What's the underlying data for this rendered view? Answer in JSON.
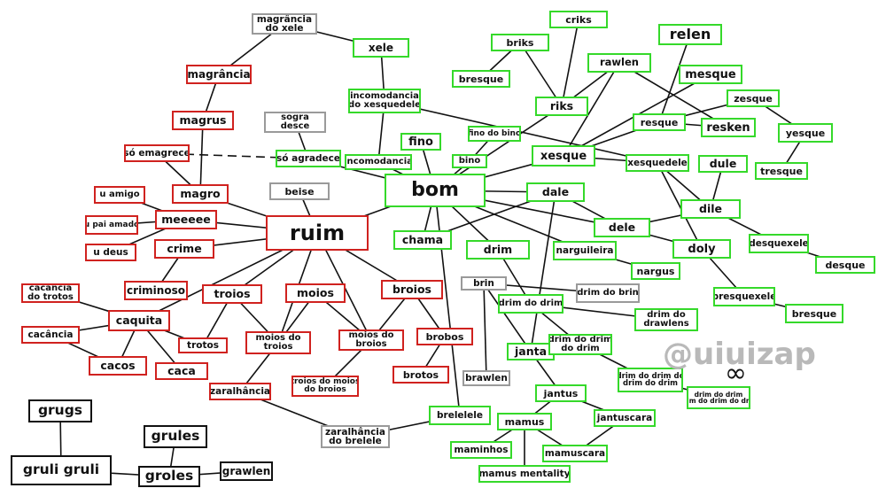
{
  "nodes": [
    {
      "id": "magrancia_do_xele",
      "text": "magrância\ndo xele",
      "color": "gray"
    },
    {
      "id": "xele",
      "text": "xele",
      "color": "green"
    },
    {
      "id": "magrancia",
      "text": "magrância",
      "color": "red"
    },
    {
      "id": "magrus",
      "text": "magrus",
      "color": "red"
    },
    {
      "id": "so_emagrece",
      "text": "só emagrece",
      "color": "red"
    },
    {
      "id": "sogra_desce",
      "text": "sogra\ndesce",
      "color": "gray"
    },
    {
      "id": "so_agradece",
      "text": "só agradece",
      "color": "green"
    },
    {
      "id": "incomodancia_do_xesquedele",
      "text": "incomodancia\ndo xesquedele",
      "color": "green"
    },
    {
      "id": "incomodancia",
      "text": "incomodancia",
      "color": "green"
    },
    {
      "id": "fino",
      "text": "fino",
      "color": "green"
    },
    {
      "id": "fino_do_bino",
      "text": "fino do bino",
      "color": "green"
    },
    {
      "id": "bino",
      "text": "bino",
      "color": "green"
    },
    {
      "id": "bom",
      "text": "bom",
      "color": "green"
    },
    {
      "id": "beise",
      "text": "beise",
      "color": "gray"
    },
    {
      "id": "ruim",
      "text": "ruim",
      "color": "red"
    },
    {
      "id": "u_amigo",
      "text": "u amigo",
      "color": "red"
    },
    {
      "id": "magro",
      "text": "magro",
      "color": "red"
    },
    {
      "id": "meeeee",
      "text": "meeeee",
      "color": "red"
    },
    {
      "id": "u_pai_amado",
      "text": "u pai amado",
      "color": "red"
    },
    {
      "id": "crime",
      "text": "crime",
      "color": "red"
    },
    {
      "id": "u_deus",
      "text": "u deus",
      "color": "red"
    },
    {
      "id": "criminoso",
      "text": "criminoso",
      "color": "red"
    },
    {
      "id": "cacancia_do_trotos",
      "text": "cacância\ndo trotos",
      "color": "red"
    },
    {
      "id": "caquita",
      "text": "caquita",
      "color": "red"
    },
    {
      "id": "cacancia",
      "text": "cacância",
      "color": "red"
    },
    {
      "id": "trotos",
      "text": "trotos",
      "color": "red"
    },
    {
      "id": "cacos",
      "text": "cacos",
      "color": "red"
    },
    {
      "id": "caca",
      "text": "caca",
      "color": "red"
    },
    {
      "id": "troios",
      "text": "troios",
      "color": "red"
    },
    {
      "id": "moios",
      "text": "moios",
      "color": "red"
    },
    {
      "id": "broios",
      "text": "broios",
      "color": "red"
    },
    {
      "id": "moios_do_troios",
      "text": "moios do\ntroios",
      "color": "red"
    },
    {
      "id": "moios_do_broios",
      "text": "moios do\nbroios",
      "color": "red"
    },
    {
      "id": "brobos",
      "text": "brobos",
      "color": "red"
    },
    {
      "id": "brotos",
      "text": "brotos",
      "color": "red"
    },
    {
      "id": "troios_do_moios_do_broios",
      "text": "troios do moios\ndo broios",
      "color": "red"
    },
    {
      "id": "zaralhancia",
      "text": "zaralhância",
      "color": "red"
    },
    {
      "id": "zaralhancia_do_brelele",
      "text": "zaralhância\ndo brelele",
      "color": "gray"
    },
    {
      "id": "brelelele",
      "text": "brelelele",
      "color": "green"
    },
    {
      "id": "chama",
      "text": "chama",
      "color": "green"
    },
    {
      "id": "drim",
      "text": "drim",
      "color": "green"
    },
    {
      "id": "brin",
      "text": "brin",
      "color": "gray"
    },
    {
      "id": "drim_do_brin",
      "text": "drim do brin",
      "color": "gray"
    },
    {
      "id": "drim_do_drim",
      "text": "drim do drim",
      "color": "green"
    },
    {
      "id": "drim_do_drawlens",
      "text": "drim do\ndrawlens",
      "color": "green"
    },
    {
      "id": "janta",
      "text": "janta",
      "color": "green"
    },
    {
      "id": "drim_do_drim_do_drim",
      "text": "drim do drim\ndo drim",
      "color": "green"
    },
    {
      "id": "brawlen",
      "text": "brawlen",
      "color": "gray"
    },
    {
      "id": "jantus",
      "text": "jantus",
      "color": "green"
    },
    {
      "id": "drim_x4",
      "text": "drim do drim do\ndrim do drim",
      "color": "green"
    },
    {
      "id": "drim_x5",
      "text": "drim do drim\ndrim do drim do drim",
      "color": "green"
    },
    {
      "id": "mamus",
      "text": "mamus",
      "color": "green"
    },
    {
      "id": "jantuscara",
      "text": "jantuscara",
      "color": "green"
    },
    {
      "id": "maminhos",
      "text": "maminhos",
      "color": "green"
    },
    {
      "id": "mamuscara",
      "text": "mamuscara",
      "color": "green"
    },
    {
      "id": "mamus_mentality",
      "text": "mamus mentality",
      "color": "green"
    },
    {
      "id": "criks",
      "text": "criks",
      "color": "green"
    },
    {
      "id": "briks",
      "text": "briks",
      "color": "green"
    },
    {
      "id": "bresque_top",
      "text": "bresque",
      "color": "green"
    },
    {
      "id": "riks",
      "text": "riks",
      "color": "green"
    },
    {
      "id": "rawlen",
      "text": "rawlen",
      "color": "green"
    },
    {
      "id": "relen",
      "text": "relen",
      "color": "green"
    },
    {
      "id": "mesque",
      "text": "mesque",
      "color": "green"
    },
    {
      "id": "zesque",
      "text": "zesque",
      "color": "green"
    },
    {
      "id": "resque",
      "text": "resque",
      "color": "green"
    },
    {
      "id": "resken",
      "text": "resken",
      "color": "green"
    },
    {
      "id": "yesque",
      "text": "yesque",
      "color": "green"
    },
    {
      "id": "tresque",
      "text": "tresque",
      "color": "green"
    },
    {
      "id": "xesque",
      "text": "xesque",
      "color": "green"
    },
    {
      "id": "xesquedele",
      "text": "xesquedele",
      "color": "green"
    },
    {
      "id": "dule",
      "text": "dule",
      "color": "green"
    },
    {
      "id": "dale",
      "text": "dale",
      "color": "green"
    },
    {
      "id": "dile",
      "text": "dile",
      "color": "green"
    },
    {
      "id": "dele",
      "text": "dele",
      "color": "green"
    },
    {
      "id": "doly",
      "text": "doly",
      "color": "green"
    },
    {
      "id": "narguileira",
      "text": "narguileira",
      "color": "green"
    },
    {
      "id": "nargus",
      "text": "nargus",
      "color": "green"
    },
    {
      "id": "desquexele",
      "text": "desquexele",
      "color": "green"
    },
    {
      "id": "desque",
      "text": "desque",
      "color": "green"
    },
    {
      "id": "bresquexele",
      "text": "bresquexele",
      "color": "green"
    },
    {
      "id": "bresque_bottom",
      "text": "bresque",
      "color": "green"
    },
    {
      "id": "grugs",
      "text": "grugs",
      "color": "black"
    },
    {
      "id": "grules",
      "text": "grules",
      "color": "black"
    },
    {
      "id": "gruli_gruli",
      "text": "gruli gruli",
      "color": "black"
    },
    {
      "id": "groles",
      "text": "groles",
      "color": "black"
    },
    {
      "id": "grawlen",
      "text": "grawlen",
      "color": "black"
    }
  ],
  "edges": [
    [
      "magrancia_do_xele",
      "xele"
    ],
    [
      "magrancia_do_xele",
      "magrancia"
    ],
    [
      "magrancia",
      "magrus"
    ],
    [
      "magrus",
      "magro"
    ],
    [
      "so_emagrece",
      "magro"
    ],
    [
      "so_emagrece",
      "so_agradece",
      "dashed"
    ],
    [
      "so_agradece",
      "bom"
    ],
    [
      "sogra_desce",
      "so_agradece"
    ],
    [
      "xele",
      "incomodancia_do_xesquedele"
    ],
    [
      "incomodancia_do_xesquedele",
      "incomodancia"
    ],
    [
      "incomodancia_do_xesquedele",
      "xesquedele"
    ],
    [
      "incomodancia",
      "bom"
    ],
    [
      "fino",
      "bom"
    ],
    [
      "fino_do_bino",
      "bino"
    ],
    [
      "bino",
      "bom"
    ],
    [
      "beise",
      "ruim"
    ],
    [
      "bom",
      "ruim"
    ],
    [
      "ruim",
      "magro"
    ],
    [
      "ruim",
      "meeeee"
    ],
    [
      "ruim",
      "crime"
    ],
    [
      "ruim",
      "caquita"
    ],
    [
      "ruim",
      "troios"
    ],
    [
      "ruim",
      "moios_do_troios"
    ],
    [
      "ruim",
      "moios_do_broios"
    ],
    [
      "ruim",
      "broios"
    ],
    [
      "u_amigo",
      "meeeee"
    ],
    [
      "u_pai_amado",
      "meeeee"
    ],
    [
      "u_deus",
      "meeeee"
    ],
    [
      "crime",
      "criminoso"
    ],
    [
      "caquita",
      "cacancia_do_trotos"
    ],
    [
      "caquita",
      "cacancia"
    ],
    [
      "caquita",
      "trotos"
    ],
    [
      "caquita",
      "cacos"
    ],
    [
      "caquita",
      "caca"
    ],
    [
      "cacancia",
      "cacos"
    ],
    [
      "troios",
      "trotos"
    ],
    [
      "troios",
      "moios_do_troios"
    ],
    [
      "moios",
      "moios_do_troios"
    ],
    [
      "moios",
      "moios_do_broios"
    ],
    [
      "broios",
      "moios_do_broios"
    ],
    [
      "broios",
      "brobos"
    ],
    [
      "brobos",
      "brotos"
    ],
    [
      "moios_do_broios",
      "troios_do_moios_do_broios"
    ],
    [
      "moios_do_troios",
      "zaralhancia"
    ],
    [
      "zaralhancia",
      "zaralhancia_do_brelele"
    ],
    [
      "zaralhancia_do_brelele",
      "brelelele"
    ],
    [
      "bom",
      "chama"
    ],
    [
      "bom",
      "drim"
    ],
    [
      "bom",
      "brelelele"
    ],
    [
      "bom",
      "xesque"
    ],
    [
      "bom",
      "dale"
    ],
    [
      "bom",
      "narguileira"
    ],
    [
      "bom",
      "riks"
    ],
    [
      "bom",
      "dele"
    ],
    [
      "chama",
      "dale"
    ],
    [
      "dale",
      "dele"
    ],
    [
      "dale",
      "janta"
    ],
    [
      "dele",
      "dile"
    ],
    [
      "dele",
      "doly"
    ],
    [
      "drim",
      "drim_do_drim"
    ],
    [
      "brin",
      "drim_do_brin"
    ],
    [
      "brin",
      "janta"
    ],
    [
      "brin",
      "brawlen"
    ],
    [
      "drim_do_drim",
      "drim_do_drawlens"
    ],
    [
      "drim_do_drim",
      "drim_do_drim_do_drim"
    ],
    [
      "drim_do_drim_do_drim",
      "drim_x4"
    ],
    [
      "drim_x4",
      "drim_x5"
    ],
    [
      "janta",
      "jantus"
    ],
    [
      "jantus",
      "mamus"
    ],
    [
      "jantus",
      "jantuscara"
    ],
    [
      "mamus",
      "maminhos"
    ],
    [
      "mamus",
      "mamuscara"
    ],
    [
      "mamus",
      "mamus_mentality"
    ],
    [
      "jantuscara",
      "mamuscara"
    ],
    [
      "narguileira",
      "nargus"
    ],
    [
      "criks",
      "riks"
    ],
    [
      "briks",
      "bresque_top"
    ],
    [
      "briks",
      "riks"
    ],
    [
      "rawlen",
      "riks"
    ],
    [
      "rawlen",
      "resken"
    ],
    [
      "relen",
      "resque"
    ],
    [
      "mesque",
      "xesque"
    ],
    [
      "zesque",
      "resque"
    ],
    [
      "zesque",
      "yesque"
    ],
    [
      "yesque",
      "tresque"
    ],
    [
      "resque",
      "resken"
    ],
    [
      "resque",
      "xesque"
    ],
    [
      "rawlen",
      "xesque"
    ],
    [
      "xesque",
      "xesquedele"
    ],
    [
      "xesquedele",
      "dile"
    ],
    [
      "xesquedele",
      "doly"
    ],
    [
      "dule",
      "dile"
    ],
    [
      "dile",
      "desquexele"
    ],
    [
      "desquexele",
      "desque"
    ],
    [
      "doly",
      "bresquexele"
    ],
    [
      "bresquexele",
      "bresque_bottom"
    ],
    [
      "grugs",
      "gruli_gruli"
    ],
    [
      "gruli_gruli",
      "groles"
    ],
    [
      "grules",
      "groles"
    ],
    [
      "groles",
      "grawlen"
    ]
  ],
  "watermark": "@uiuizap",
  "infinity": "∞"
}
